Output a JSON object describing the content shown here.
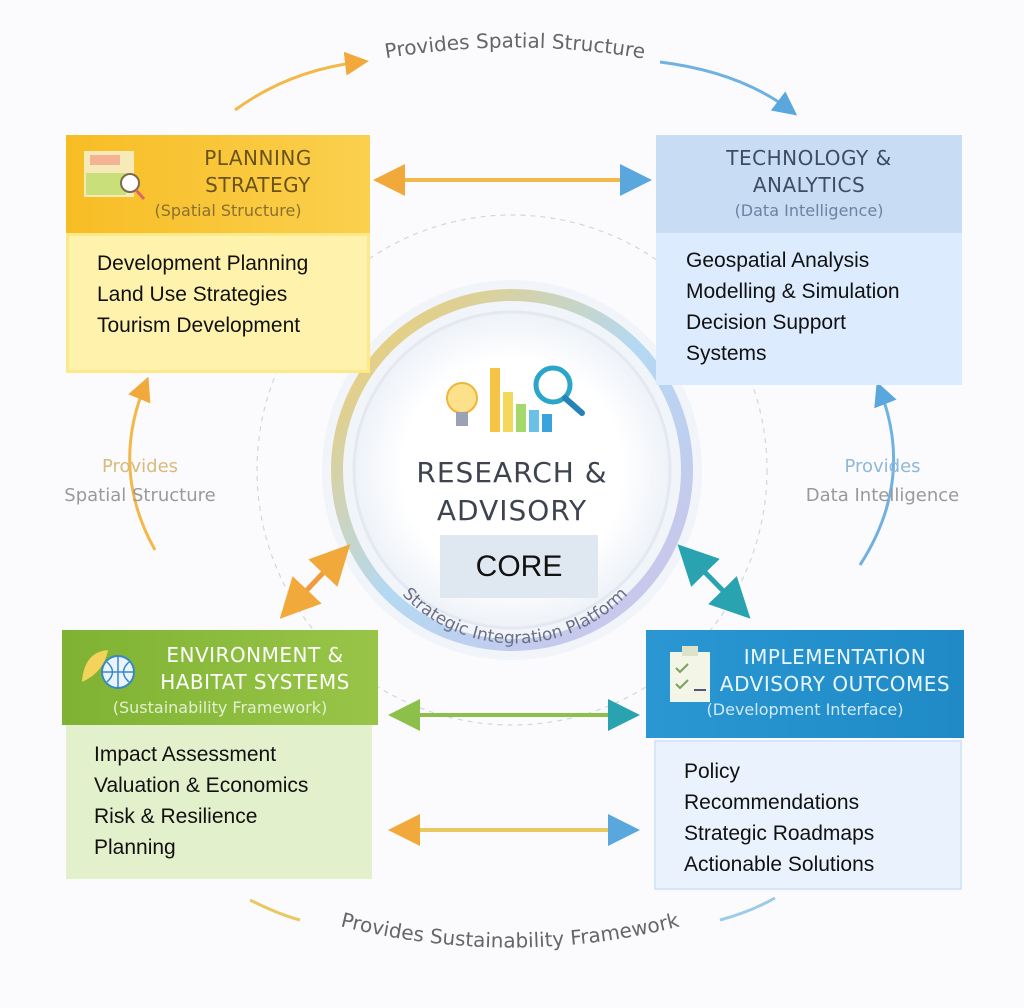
{
  "center": {
    "title_line1": "RESEARCH &",
    "title_line2": "ADVISORY",
    "core_label": "CORE",
    "ring_text": "Strategic Integration Platform"
  },
  "flows": {
    "top": "Provides Spatial Structure",
    "left_line1": "Provides",
    "left_line2": "Spatial Structure",
    "right_line1": "Provides",
    "right_line2": "Data Intelligence",
    "bottom": "Provides Sustainability Framework"
  },
  "boxes": {
    "planning": {
      "title_line1": "PLANNING",
      "title_line2": "STRATEGY",
      "subtitle": "(Spatial Structure)",
      "items": [
        "Development Planning",
        "Land Use Strategies",
        "Tourism Development"
      ]
    },
    "technology": {
      "title_line1": "TECHNOLOGY &",
      "title_line2": "ANALYTICS",
      "subtitle": "(Data Intelligence)",
      "items": [
        "Geospatial Analysis",
        "Modelling & Simulation",
        "Decision Support",
        "Systems"
      ]
    },
    "environment": {
      "title_line1": "ENVIRONMENT &",
      "title_line2": "HABITAT SYSTEMS",
      "subtitle": "(Sustainability Framework)",
      "items": [
        "Impact Assessment",
        "Valuation & Economics",
        "Risk & Resilience",
        "Planning"
      ]
    },
    "implementation": {
      "title_line1": "IMPLEMENTATION",
      "title_line2": "ADVISORY OUTCOMES",
      "subtitle": "(Development Interface)",
      "items": [
        "Policy",
        "Recommendations",
        "Strategic Roadmaps",
        "Actionable Solutions"
      ]
    }
  },
  "colors": {
    "planning": "#f9c22e",
    "technology": "#c7ddf3",
    "environment": "#8fbc3c",
    "implementation": "#2b98d3"
  }
}
